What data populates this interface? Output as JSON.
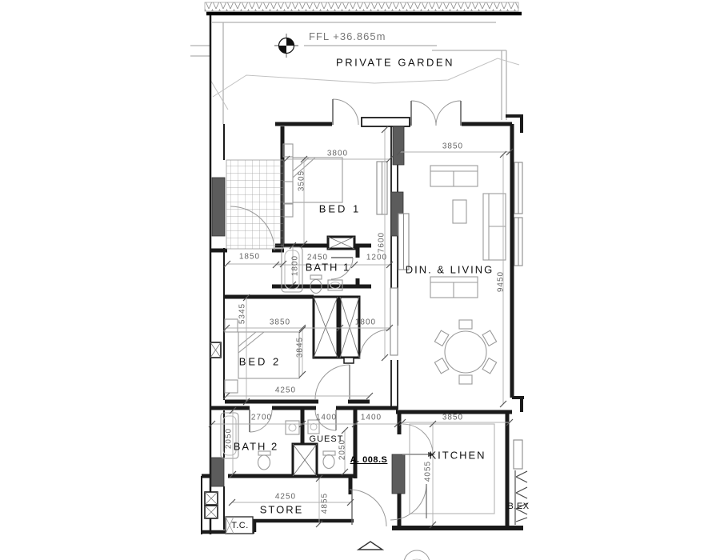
{
  "drawing": {
    "level_label": "FFL +36.865m",
    "garden_label": "PRIVATE GARDEN",
    "unit_label": "A. 008.S",
    "colors": {
      "wall": "#1a1a1a",
      "light_line": "#b5b5b5",
      "mid_line": "#8a8a8a",
      "column_fill": "#5c5c5c",
      "dim_text": "#666666",
      "room_text": "#111111"
    }
  },
  "rooms": {
    "bed1": "BED 1",
    "bath1": "BATH 1",
    "living": "DIN. & LIVING",
    "bed2": "BED 2",
    "bath2": "BATH 2",
    "guest": "GUEST",
    "kitchen": "KITCHEN",
    "store": "STORE",
    "tc": "T.C.",
    "balcony_exit": "B.EX"
  },
  "dims": {
    "bed1_width": "3800",
    "bed1_depth": "3505",
    "terrace_width": "1850",
    "bath1_width": "2450",
    "bath1_offset": "1200",
    "bath1_depth": "1800",
    "west_span": "7600",
    "living_width": "3850",
    "living_depth": "9450",
    "bed2_span": "5345",
    "bed2_width": "3850",
    "bed2_depth": "3845",
    "hall_width": "1800",
    "bed2_bottom": "4250",
    "bath2_width": "2700",
    "bath2_depth": "2050",
    "guest_width": "1400",
    "guest_depth": "2050",
    "entry_width": "1400",
    "kitchen_width": "3850",
    "kitchen_depth": "4055",
    "store_width": "4250",
    "store_depth": "4855"
  }
}
